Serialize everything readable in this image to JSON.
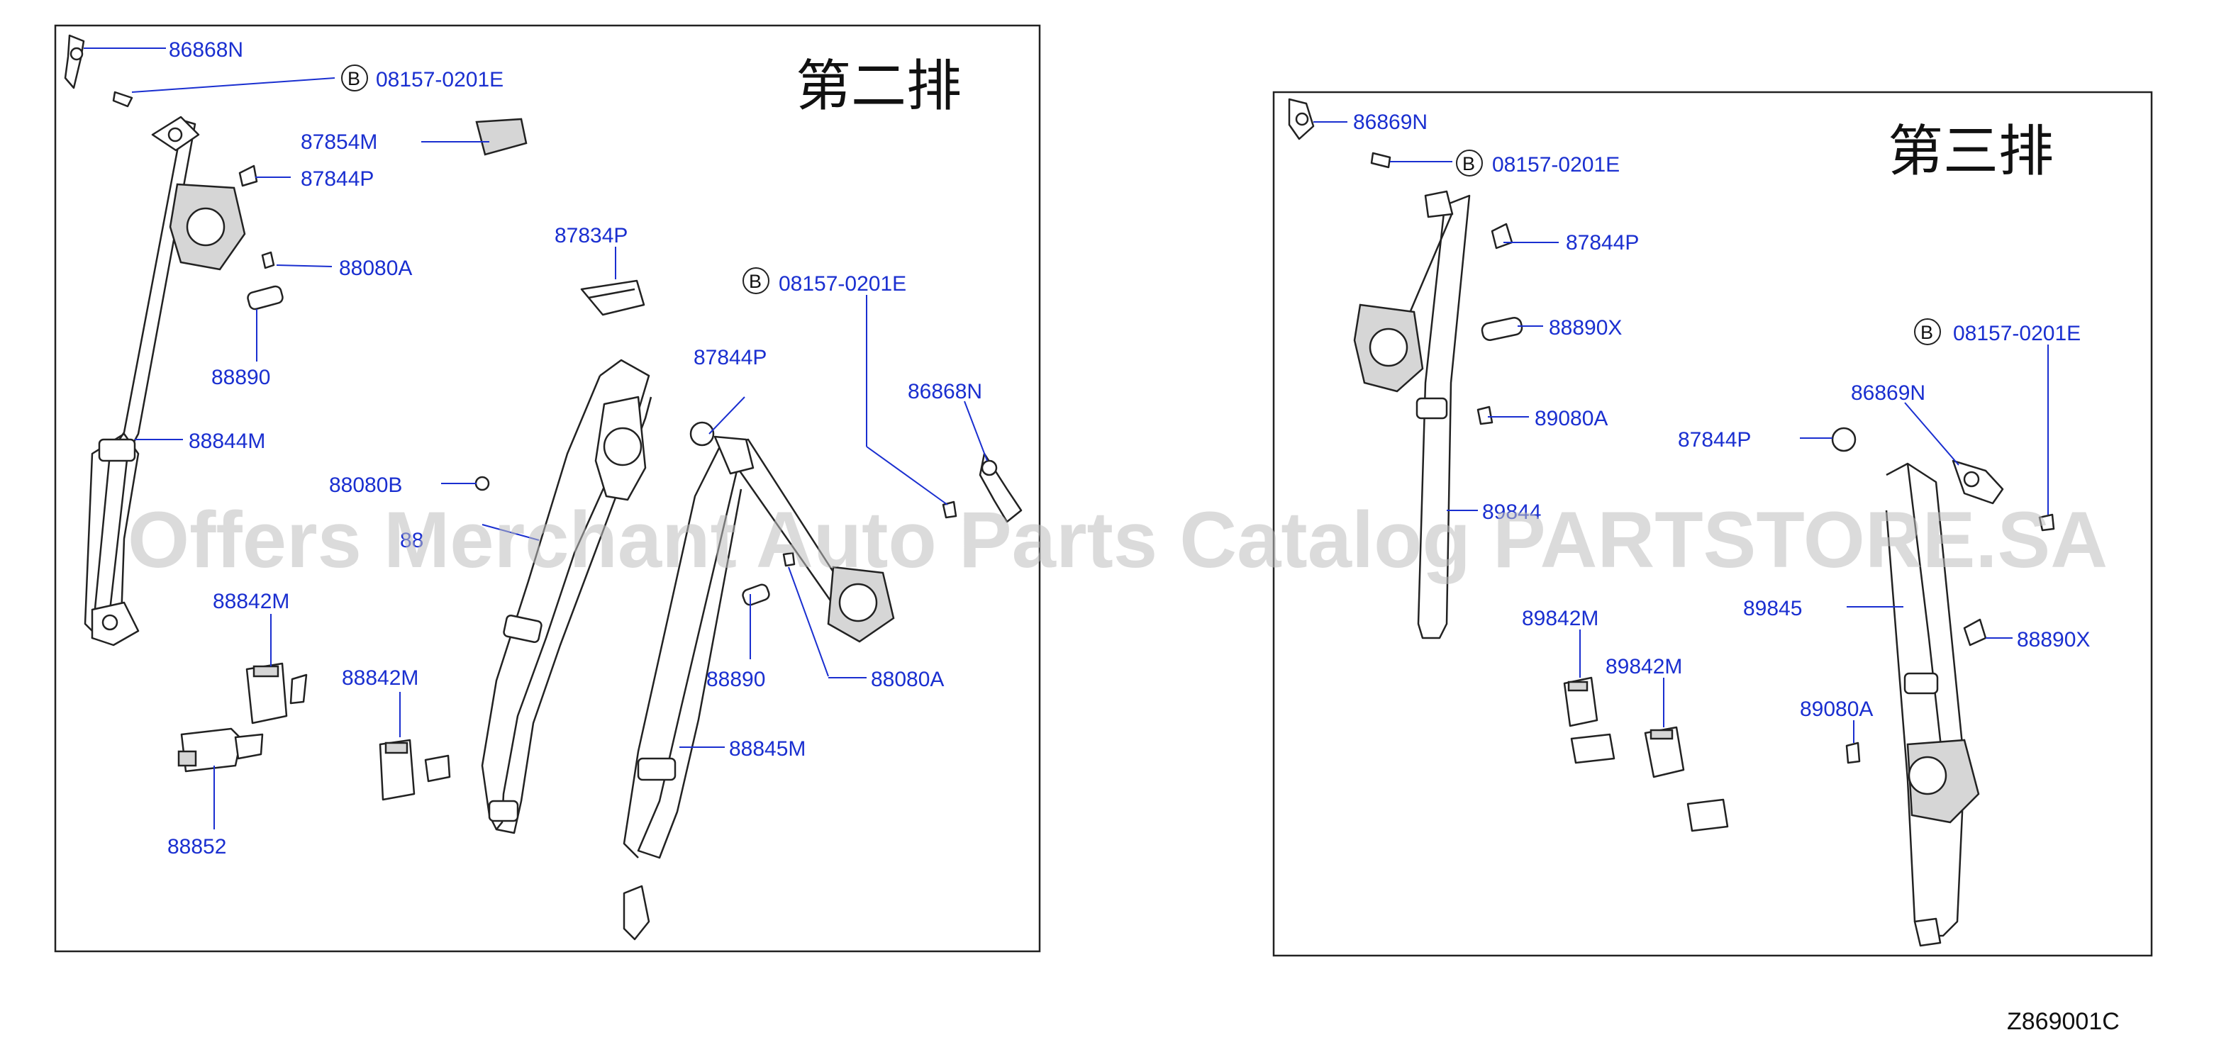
{
  "panels": {
    "second_row": {
      "title": "第二排"
    },
    "third_row": {
      "title": "第三排"
    }
  },
  "bolt_marker": "B",
  "labels": {
    "l01": "86868N",
    "l02": "08157-0201E",
    "l03": "87854M",
    "l04": "87844P",
    "l05": "88080A",
    "l06": "88890",
    "l07": "88844M",
    "l08": "87834P",
    "l09": "08157-0201E",
    "l10": "87844P",
    "l11": "86868N",
    "l12": "88080B",
    "l13": "88",
    "l14": "88842M",
    "l15": "88842M",
    "l16": "88890",
    "l17": "88080A",
    "l18": "88845M",
    "l19": "88852",
    "r01": "86869N",
    "r02": "08157-0201E",
    "r03": "87844P",
    "r04": "88890X",
    "r05": "89080A",
    "r06": "08157-0201E",
    "r07": "86869N",
    "r08": "87844P",
    "r09": "89844",
    "r10": "89842M",
    "r11": "89842M",
    "r12": "89845",
    "r13": "88890X",
    "r14": "89080A"
  },
  "watermark": "Offers Merchant Auto Parts Catalog PARTSTORE.SA",
  "diagram_code": "Z869001C",
  "colors": {
    "label": "#1a2fd0",
    "line": "#222222",
    "watermark": "#bdbdbd"
  }
}
